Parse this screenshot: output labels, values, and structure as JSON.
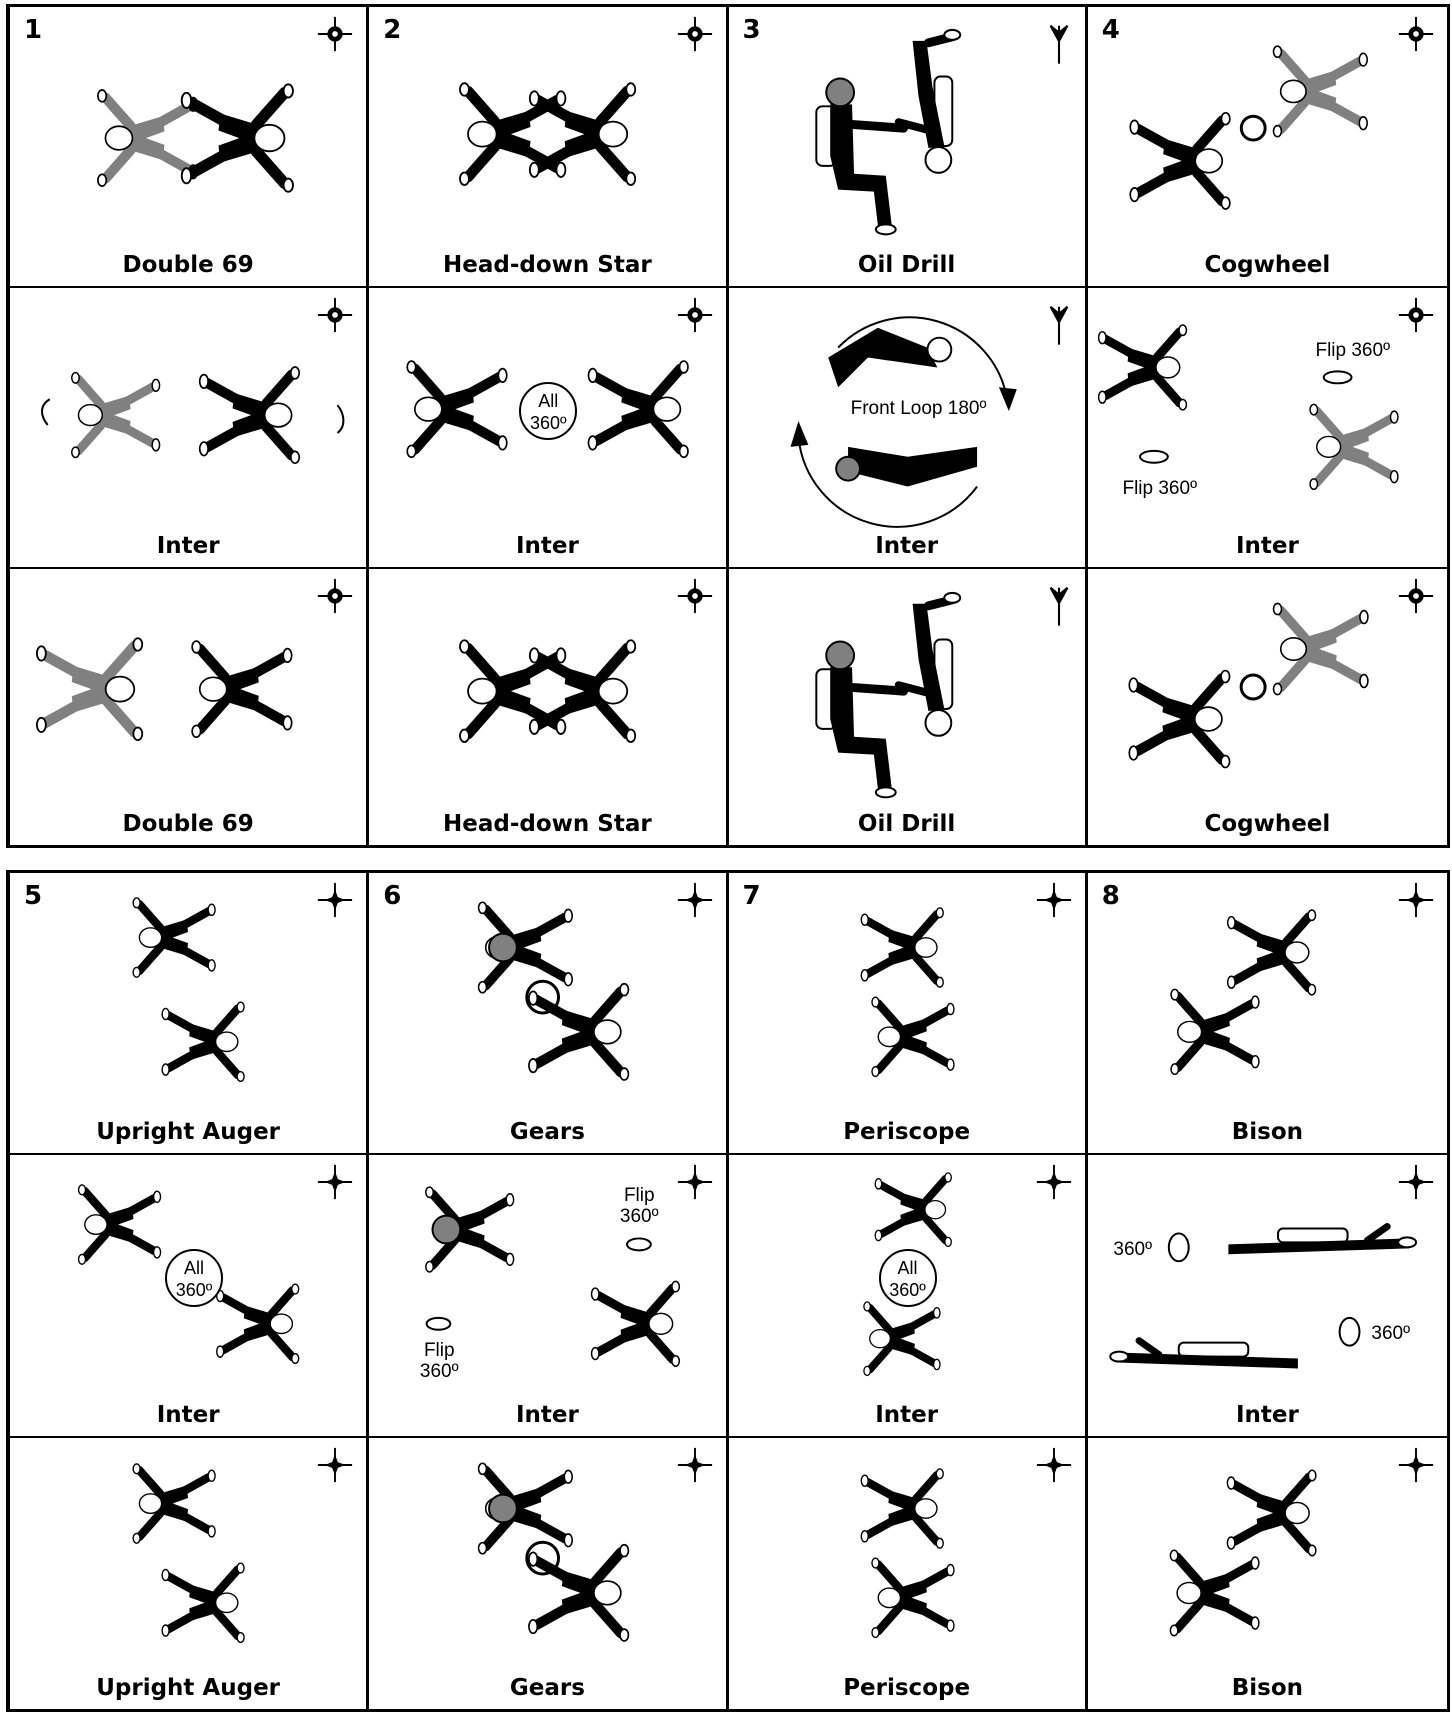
{
  "colors": {
    "primary": "#000000",
    "secondary": "#808080",
    "background": "#ffffff"
  },
  "block1": {
    "columns": [
      {
        "number": "1",
        "rows": [
          {
            "name": "Double 69",
            "icon": "crosshair-icon"
          },
          {
            "name": "Inter",
            "icon": "crosshair-icon"
          },
          {
            "name": "Double 69",
            "icon": "crosshair-icon"
          }
        ]
      },
      {
        "number": "2",
        "rows": [
          {
            "name": "Head-down Star",
            "icon": "crosshair-icon"
          },
          {
            "name": "Inter",
            "icon": "crosshair-icon",
            "note": [
              "All",
              "360º"
            ]
          },
          {
            "name": "Head-down Star",
            "icon": "crosshair-icon"
          }
        ]
      },
      {
        "number": "3",
        "rows": [
          {
            "name": "Oil Drill",
            "icon": "head-down-arrow-icon"
          },
          {
            "name": "Inter",
            "icon": "head-down-arrow-icon",
            "note": "Front Loop 180º"
          },
          {
            "name": "Oil Drill",
            "icon": "head-down-arrow-icon"
          }
        ]
      },
      {
        "number": "4",
        "rows": [
          {
            "name": "Cogwheel",
            "icon": "crosshair-icon"
          },
          {
            "name": "Inter",
            "icon": "crosshair-icon",
            "note_a": "Flip 360º",
            "note_b": "Flip 360º"
          },
          {
            "name": "Cogwheel",
            "icon": "crosshair-icon"
          }
        ]
      }
    ]
  },
  "block2": {
    "columns": [
      {
        "number": "5",
        "rows": [
          {
            "name": "Upright Auger",
            "icon": "compass-cross-icon"
          },
          {
            "name": "Inter",
            "icon": "compass-cross-icon",
            "note": [
              "All",
              "360º"
            ]
          },
          {
            "name": "Upright Auger",
            "icon": "compass-cross-icon"
          }
        ]
      },
      {
        "number": "6",
        "rows": [
          {
            "name": "Gears",
            "icon": "compass-cross-icon"
          },
          {
            "name": "Inter",
            "icon": "compass-cross-icon",
            "note_a": [
              "Flip",
              "360º"
            ],
            "note_b": [
              "Flip",
              "360º"
            ]
          },
          {
            "name": "Gears",
            "icon": "compass-cross-icon"
          }
        ]
      },
      {
        "number": "7",
        "rows": [
          {
            "name": "Periscope",
            "icon": "compass-cross-icon"
          },
          {
            "name": "Inter",
            "icon": "compass-cross-icon",
            "note": [
              "All",
              "360º"
            ]
          },
          {
            "name": "Periscope",
            "icon": "compass-cross-icon"
          }
        ]
      },
      {
        "number": "8",
        "rows": [
          {
            "name": "Bison",
            "icon": "compass-cross-icon"
          },
          {
            "name": "Inter",
            "icon": "compass-cross-icon",
            "note_a": "360º",
            "note_b": "360º"
          },
          {
            "name": "Bison",
            "icon": "compass-cross-icon"
          }
        ]
      }
    ]
  }
}
